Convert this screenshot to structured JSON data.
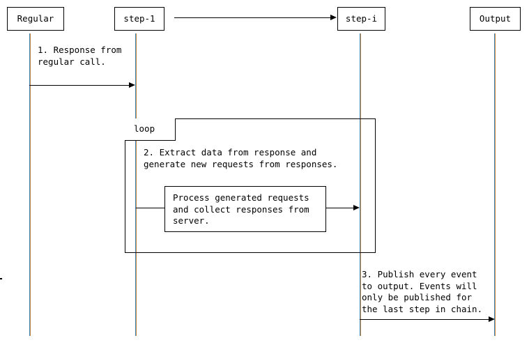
{
  "diagram": {
    "type": "uml-sequence-diagram",
    "title": "Chained step request/response sequence",
    "colors": {
      "background": "#ffffff",
      "stroke": "#000000",
      "text": "#000000",
      "lifeline_blue": "#3f87c4",
      "lifeline_orange": "#c8893a"
    },
    "participants": [
      {
        "id": "regular",
        "label": "Regular"
      },
      {
        "id": "step1",
        "label": "step-1"
      },
      {
        "id": "stepi",
        "label": "step-i"
      },
      {
        "id": "output",
        "label": "Output"
      }
    ],
    "header_connector": {
      "from": "step-1",
      "to": "step-i",
      "label": "",
      "description": "elided-chain-arrow"
    },
    "messages": [
      {
        "number": "1.",
        "from": "Regular",
        "to": "step-1",
        "text": "1. Response from\nregular call.",
        "lines": [
          "1. Response from",
          "regular call."
        ]
      },
      {
        "number": "2.",
        "from": "step-1",
        "to": "step-i",
        "text": "2. Extract data from response and\ngenerate new requests from responses.",
        "lines": [
          "2. Extract data from response and",
          "generate new requests from responses."
        ]
      },
      {
        "number": "3.",
        "from": "step-i",
        "to": "Output",
        "text": "3. Publish every event\nto output. Events will\nonly be published for\nthe last step in chain.",
        "lines": [
          "3. Publish every event",
          "to output. Events will",
          "only be published for",
          "the last step in chain."
        ]
      }
    ],
    "fragment": {
      "operator": "loop",
      "label": "loop"
    },
    "note": {
      "text": "Process generated requests\nand collect responses from\nserver.",
      "lines": [
        "Process generated requests",
        "and collect responses from",
        "server."
      ]
    }
  }
}
